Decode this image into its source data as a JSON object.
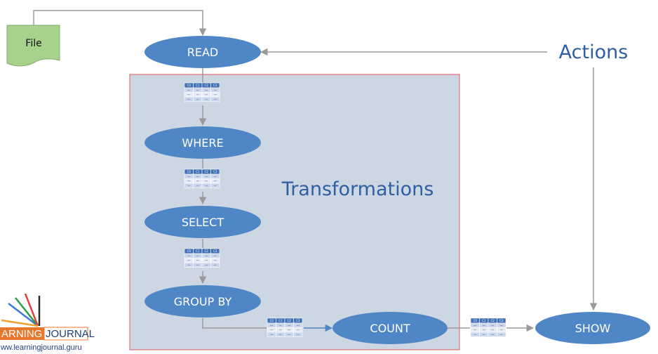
{
  "file": {
    "label": "File"
  },
  "nodes": {
    "read": "READ",
    "where": "WHERE",
    "select": "SELECT",
    "group_by": "GROUP BY",
    "count": "COUNT",
    "show": "SHOW"
  },
  "labels": {
    "transformations": "Transformations",
    "actions": "Actions"
  },
  "table_icon": {
    "columns": [
      "C0",
      "C1",
      "C2",
      "C3"
    ]
  },
  "logo": {
    "name_left": "ARNING",
    "name_right": "JOURNAL",
    "url": "ww.learningjournal.guru"
  },
  "colors": {
    "node_fill": "#4f86c6",
    "transform_box": "#cdd6e3",
    "transform_border": "#e05a5a",
    "file_fill": "#a9d18e",
    "arrow": "#9a9a9a",
    "text_blue": "#2e5fa3"
  }
}
